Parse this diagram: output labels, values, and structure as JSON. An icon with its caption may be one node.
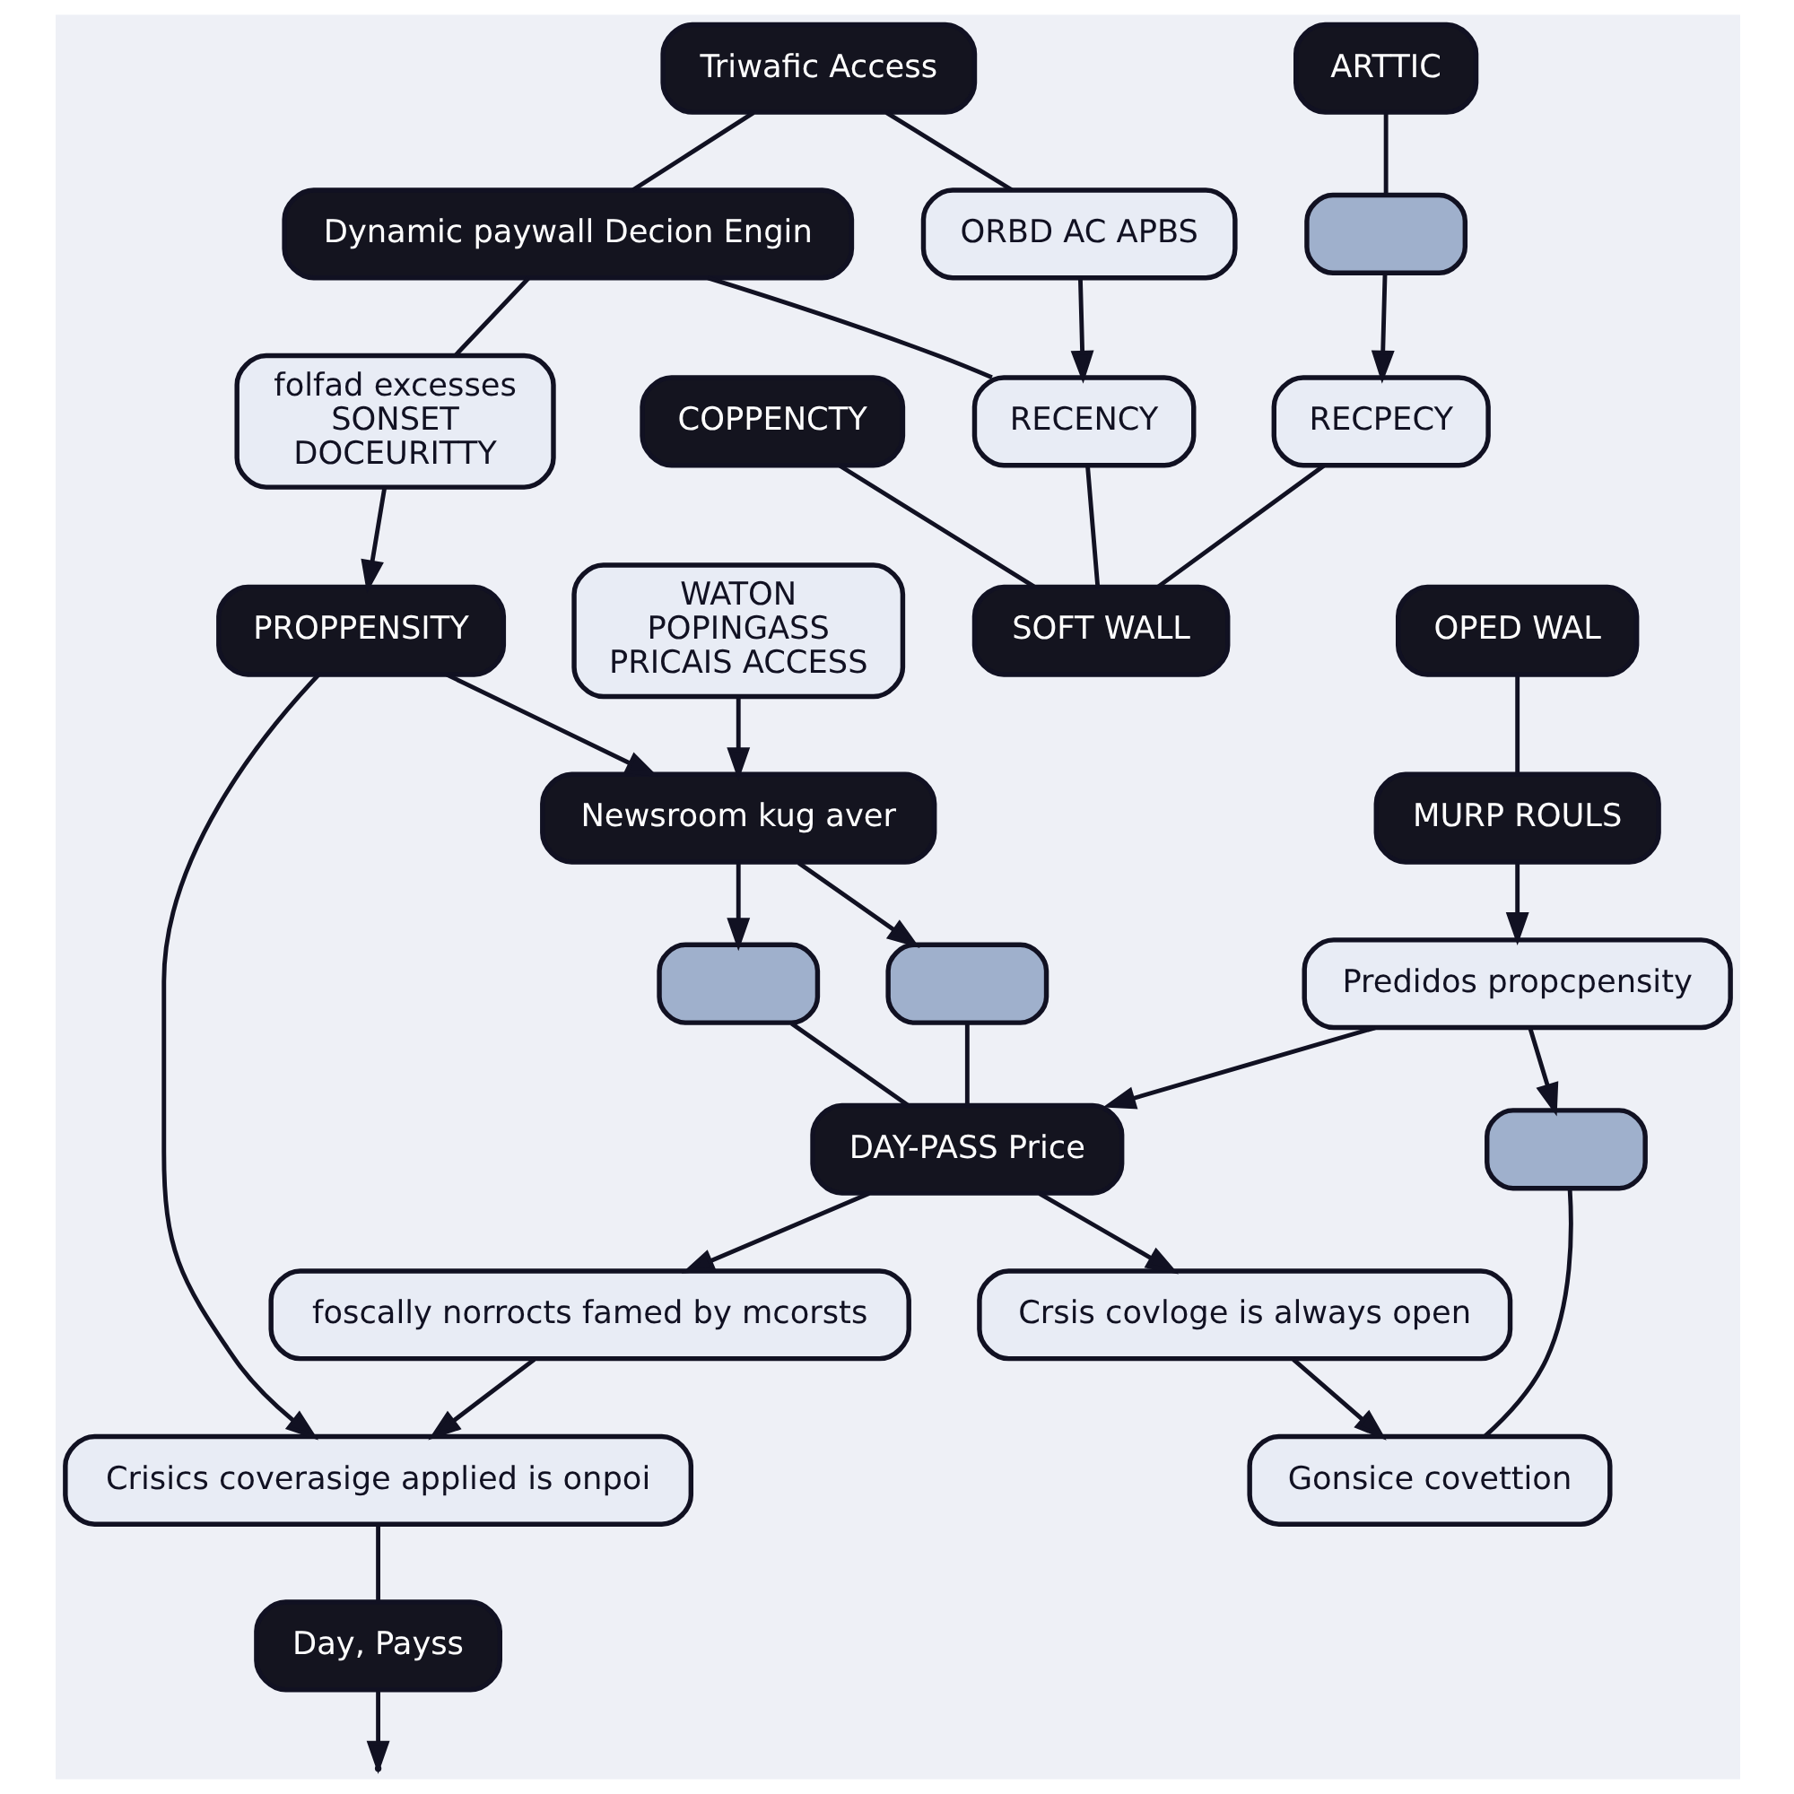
{
  "diagram": {
    "nodes": [
      {
        "text": [
          "Triwafic Access"
        ]
      },
      {
        "text": [
          "Dynamic paywall Decion Engin"
        ]
      },
      {
        "text": [
          "ORBD AC APBS"
        ]
      },
      {
        "text": [
          "RECENCY"
        ]
      },
      {
        "text": [
          "COPPENCTY"
        ]
      },
      {
        "text": [
          "SOFT WALL"
        ]
      },
      {
        "text": [
          "folfad excesses",
          "SONSET",
          "DOCEURITTY"
        ]
      },
      {
        "text": [
          "ARTTIC"
        ]
      },
      {
        "text": [],
        "shape": "box"
      },
      {
        "text": [
          "RECPECY"
        ]
      },
      {
        "text": [
          "WATON",
          "POPINGASS",
          "PRICAIS ACCESS"
        ]
      },
      {
        "text": [
          "Newsroom kug aver"
        ]
      },
      {
        "text": [
          "PROPPENSITY"
        ]
      },
      {
        "text": [],
        "shape": "box"
      },
      {
        "text": [],
        "shape": "box"
      },
      {
        "text": [
          "foscally norrocts famed by mcorsts"
        ]
      },
      {
        "text": [
          "OPED WAL"
        ]
      },
      {
        "text": [
          "MURP ROULS"
        ]
      },
      {
        "text": [
          "Predidos propcpensity"
        ]
      },
      {
        "text": [
          "DAY-PASS Price"
        ]
      },
      {
        "text": [],
        "shape": "box"
      },
      {
        "text": [
          "Crisics coverasige applied is onpoi"
        ]
      },
      {
        "text": [
          "Gonsice covettion"
        ]
      },
      {
        "text": [
          "Crsis covloge is always open"
        ]
      },
      {
        "text": [
          "Day, Payss"
        ]
      }
    ],
    "edges": [
      {
        "from": 0,
        "to": 1,
        "arrow": "none"
      },
      {
        "from": 0,
        "to": 2,
        "arrow": "none"
      },
      {
        "from": 2,
        "to": 3,
        "arrow": "to"
      },
      {
        "from": 1,
        "to": 3,
        "arrow": "none"
      },
      {
        "from": 3,
        "to": 5,
        "arrow": "none"
      },
      {
        "from": 4,
        "to": 5,
        "arrow": "none"
      },
      {
        "from": 1,
        "to": 6,
        "arrow": "none"
      },
      {
        "from": 7,
        "to": 8,
        "arrow": "none"
      },
      {
        "from": 8,
        "to": 9,
        "arrow": "to"
      },
      {
        "from": 9,
        "to": 5,
        "arrow": "none"
      },
      {
        "from": 10,
        "to": 11,
        "arrow": "to"
      },
      {
        "from": 12,
        "to": 11,
        "arrow": "to"
      },
      {
        "from": 6,
        "to": 12,
        "arrow": "to"
      },
      {
        "from": 11,
        "to": 13,
        "arrow": "to"
      },
      {
        "from": 11,
        "to": 14,
        "arrow": "to"
      },
      {
        "from": 13,
        "to": 19,
        "arrow": "none"
      },
      {
        "from": 14,
        "to": 19,
        "arrow": "none"
      },
      {
        "from": 16,
        "to": 17,
        "arrow": "none"
      },
      {
        "from": 17,
        "to": 18,
        "arrow": "to"
      },
      {
        "from": 18,
        "to": 20,
        "arrow": "to"
      },
      {
        "from": 18,
        "to": 19,
        "arrow": "to"
      },
      {
        "from": 19,
        "to": 15,
        "arrow": "to"
      },
      {
        "from": 15,
        "to": 21,
        "arrow": "to"
      },
      {
        "from": 12,
        "to": 21,
        "arrow": "to"
      },
      {
        "from": 19,
        "to": 23,
        "arrow": "to"
      },
      {
        "from": 23,
        "to": 22,
        "arrow": "to"
      },
      {
        "from": 20,
        "to": 22,
        "arrow": "none"
      },
      {
        "from": 21,
        "to": 24,
        "arrow": "none"
      },
      {
        "from": 24,
        "to": null,
        "arrow": "to"
      }
    ]
  }
}
